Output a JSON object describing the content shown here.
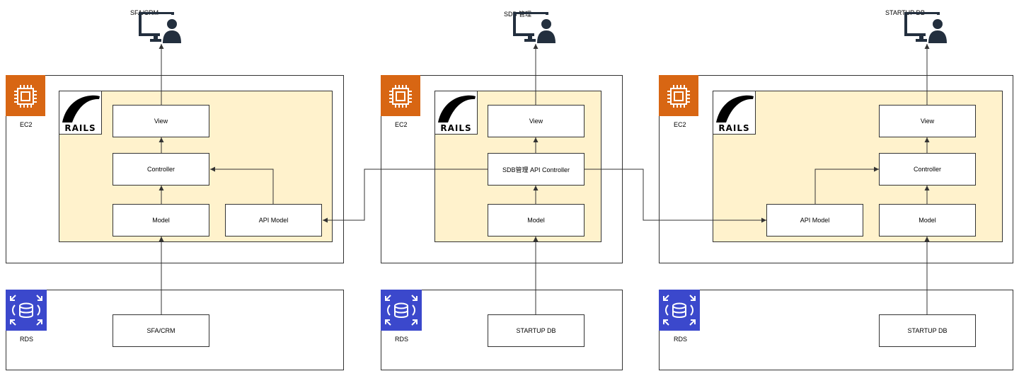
{
  "clients": [
    {
      "label": "SFA/CRM",
      "icon": "admin-workstation-icon"
    },
    {
      "label": "SDB 管理",
      "icon": "admin-workstation-icon"
    },
    {
      "label": "STARTUP DB",
      "icon": "admin-workstation-icon"
    }
  ],
  "ec2_label": "EC2",
  "rds_label": "RDS",
  "rails_logo_text": "RAILS",
  "systems": [
    {
      "view": "View",
      "controller": "Controller",
      "model": "Model",
      "api_model": "API Model",
      "database": "SFA/CRM"
    },
    {
      "view": "View",
      "controller": "SDB管理 API Controller",
      "model": "Model",
      "database": "STARTUP DB"
    },
    {
      "view": "View",
      "controller": "Controller",
      "model": "Model",
      "api_model": "API Model",
      "database": "STARTUP DB"
    }
  ],
  "colors": {
    "ec2_orange": "#d86613",
    "rds_blue": "#3b48cc",
    "app_fill": "#fff2cc",
    "line": "#333333"
  }
}
